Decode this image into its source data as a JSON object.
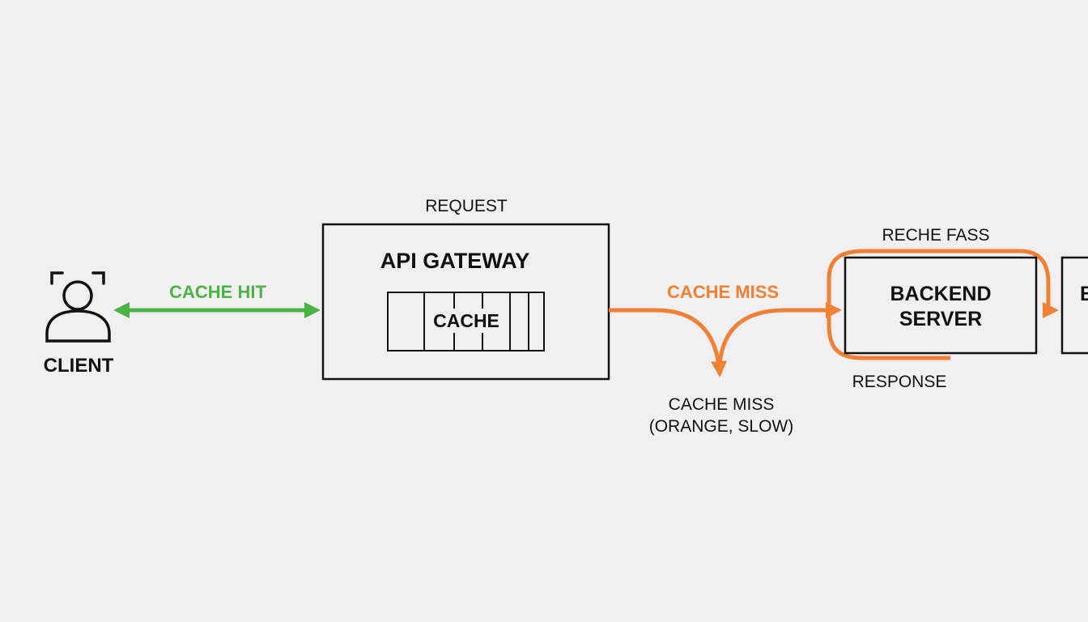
{
  "colors": {
    "background": "#f1eff2",
    "box_stroke": "#111111",
    "cache_hit": "#4cb347",
    "cache_miss": "#f08033",
    "text": "#111111"
  },
  "client": {
    "label": "CLIENT",
    "icon": "user-icon"
  },
  "edges": {
    "hit_label": "CACHE HIT",
    "miss_label": "CACHE MISS",
    "request_label": "REQUEST",
    "reche_label": "RECHE FASS",
    "response_label": "RESPONSE"
  },
  "gateway": {
    "title": "API GATEWAY",
    "cache_label": "CACHE"
  },
  "backend": {
    "line1": "BACKEND",
    "line2": "SERVER"
  },
  "partial_node": {
    "label": "B"
  },
  "miss_note": {
    "line1": "CACHE MISS",
    "line2": "(ORANGE, SLOW)"
  }
}
